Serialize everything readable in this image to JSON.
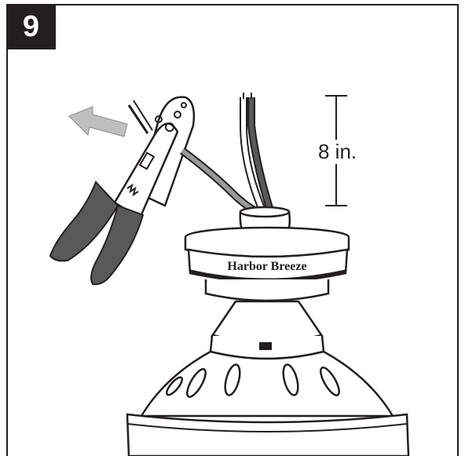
{
  "step": {
    "number": "9"
  },
  "measurement": {
    "label": "8 in."
  },
  "brand": {
    "name": "Harbor Breeze"
  },
  "colors": {
    "ink": "#231f20",
    "tool_grip": "#595959",
    "arrow": "#bfbfbf",
    "wire_gray": "#9a9a9a"
  },
  "icons": {
    "tool": "wire-stripper-icon",
    "arrow": "arrow-left-icon"
  }
}
